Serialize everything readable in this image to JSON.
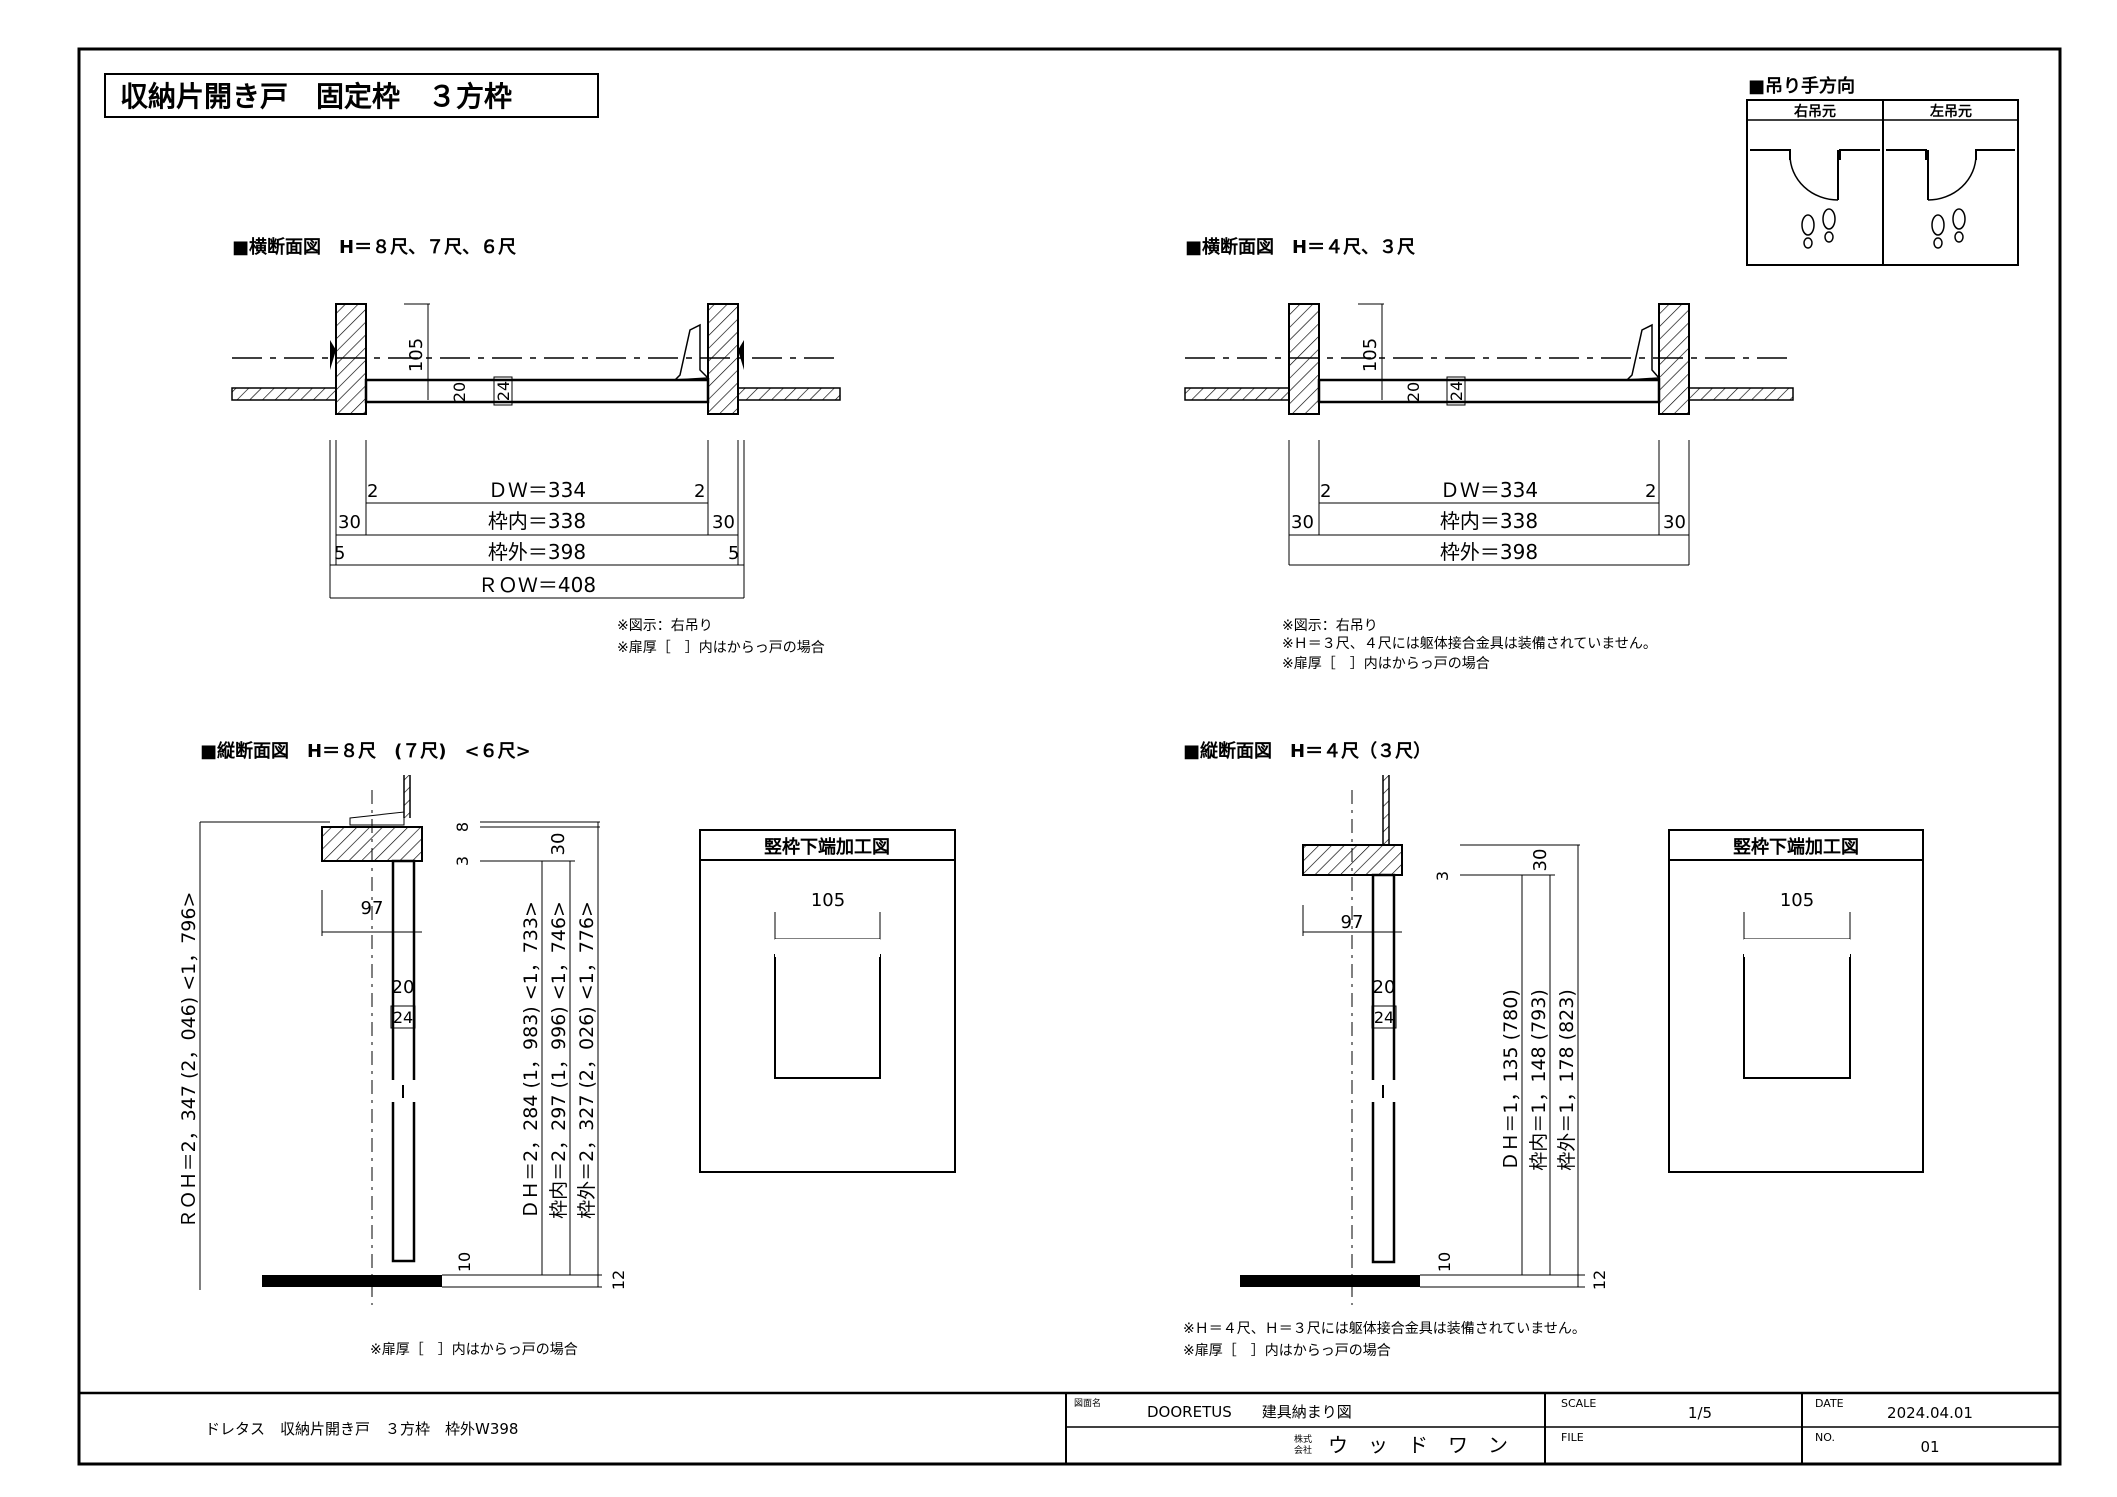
{
  "title": "収納片開き戸　固定枠　３方枠",
  "hanging": {
    "heading": "■吊り手方向",
    "right": "右吊元",
    "left": "左吊元"
  },
  "plan_big": {
    "heading": "■横断面図　H＝８尺、７尺、６尺",
    "d105": "105",
    "d20": "20",
    "d24": "24",
    "dim2": "2",
    "dw": "ＤＷ＝334",
    "d30": "30",
    "inner": "枠内＝338",
    "d5": "5",
    "outer": "枠外＝398",
    "row": "ＲＯＷ＝408",
    "notes": [
      "※図示：右吊り",
      "※扉厚［　］内はからっ戸の場合"
    ]
  },
  "plan_small": {
    "heading": "■横断面図　H＝４尺、３尺",
    "d105": "105",
    "d20": "20",
    "d24": "24",
    "dim2": "2",
    "dw": "ＤＷ＝334",
    "d30": "30",
    "inner": "枠内＝338",
    "outer": "枠外＝398",
    "notes": [
      "※図示：右吊り",
      "※Ｈ＝３尺、４尺には躯体接合金具は装備されていません。",
      "※扉厚［　］内はからっ戸の場合"
    ]
  },
  "section_big": {
    "heading": "■縦断面図　H＝８尺　(７尺)　<６尺>",
    "d8": "8",
    "d3": "3",
    "d30": "30",
    "d97": "97",
    "d20": "20",
    "d24": "24",
    "d10": "10",
    "d12": "12",
    "roh": "ＲＯＨ＝2，347 (2，046) <1，796>",
    "dh": "ＤＨ＝2，284 (1，983) <1，733>",
    "inner": "枠内＝2，297 (1，996) <1，746>",
    "outer": "枠外＝2，327 (2，026) <1，776>",
    "note": "※扉厚［　］内はからっ戸の場合"
  },
  "section_small": {
    "heading": "■縦断面図　H＝４尺（３尺）",
    "d3": "3",
    "d30": "30",
    "d97": "97",
    "d20": "20",
    "d24": "24",
    "d10": "10",
    "d12": "12",
    "dh": "ＤＨ＝1，135 (780)",
    "inner": "枠内＝1，148 (793)",
    "outer": "枠外＝1，178 (823)",
    "notes": [
      "※Ｈ＝４尺、Ｈ＝３尺には躯体接合金具は装備されていません。",
      "※扉厚［　］内はからっ戸の場合"
    ]
  },
  "detail_box": {
    "title": "竪枠下端加工図",
    "dim": "105"
  },
  "title_block": {
    "description": "ドレタス　収納片開き戸　３方枠　枠外W398",
    "drawing_name_label": "図面名",
    "drawing_name": "DOORETUS　　建具納まり図",
    "company_prefix_1": "株式",
    "company_prefix_2": "会社",
    "company": "ウ　ッ　ド　ワ　ン",
    "scale_label": "SCALE",
    "scale": "1/5",
    "file_label": "FILE",
    "date_label": "DATE",
    "date": "2024.04.01",
    "no_label": "NO.",
    "no": "01"
  }
}
